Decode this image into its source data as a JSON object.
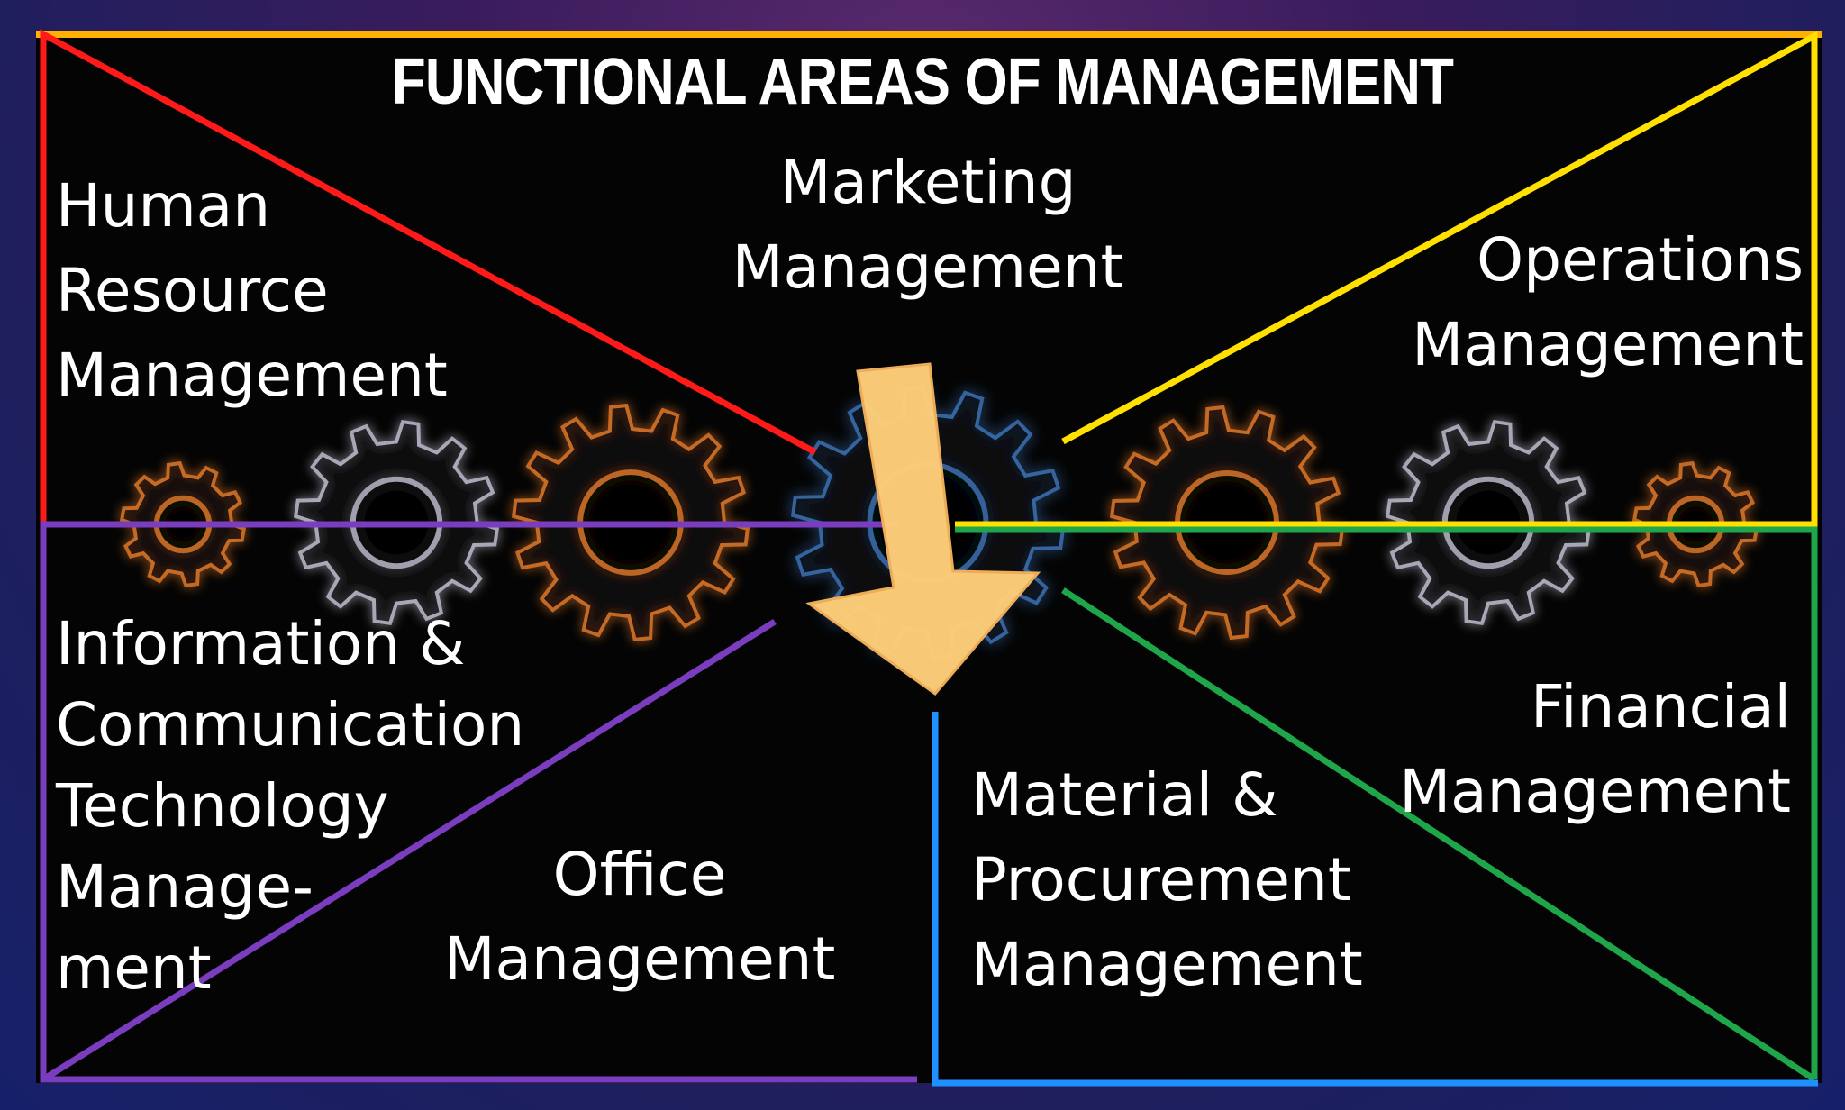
{
  "title": "FUNCTIONAL AREAS OF MANAGEMENT",
  "areas": {
    "human_resource": [
      "Human",
      "Resource",
      "Management"
    ],
    "marketing": [
      "Marketing",
      "Management"
    ],
    "operations": [
      "Operations",
      "Management"
    ],
    "ict": [
      "Information &",
      "Communication",
      "Technology",
      "Manage-",
      "ment"
    ],
    "office": [
      "Office",
      "Management"
    ],
    "material": [
      "Material &",
      "Procurement",
      "Management"
    ],
    "financial": [
      "Financial",
      "Management"
    ]
  },
  "colors": {
    "human_resource": "#ff1a1a",
    "operations": "#ffe000",
    "top_border": "#ffb000",
    "ict": "#7a3dbf",
    "financial": "#1fa64a",
    "material": "#1e90ff",
    "arrow": "#ffcf7a",
    "gear_orange": "#d8752a",
    "gear_gray": "#b8b8c8"
  },
  "icons": [
    "gear-icon",
    "arrow-down-icon"
  ]
}
